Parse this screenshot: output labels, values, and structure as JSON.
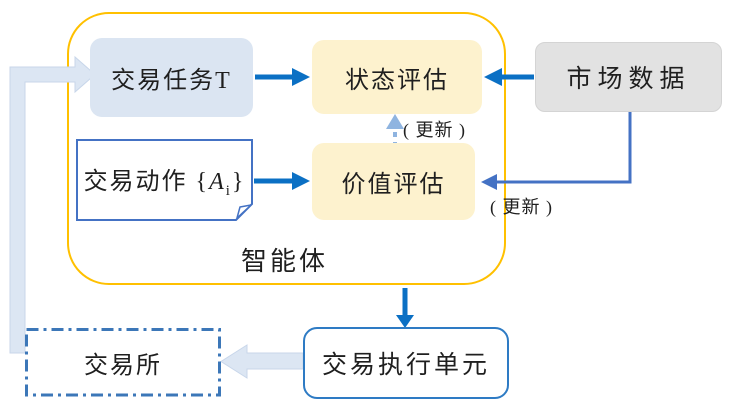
{
  "agent": {
    "label": "智能体"
  },
  "nodes": {
    "task": {
      "label": "交易任务T"
    },
    "state_eval": {
      "label": "状态评估"
    },
    "action": {
      "prefix": "交易动作 {",
      "variable": "A",
      "subscript": "i",
      "suffix": "}"
    },
    "value_eval": {
      "label": "价值评估"
    },
    "market_data": {
      "label": "市场数据"
    },
    "execution_unit": {
      "label": "交易执行单元"
    },
    "exchange": {
      "label": "交易所"
    }
  },
  "annotations": {
    "state_update": "( 更新 )",
    "value_update": "( 更新 )"
  },
  "colors": {
    "container_border": "#FFC000",
    "arrow_blue": "#0B70C4",
    "elbow_blue": "#4472C4",
    "dashed_arrow_blue": "#8FB4E0",
    "band_fill": "#DCE6F3",
    "band_edge": "#C8D6EA",
    "task_fill": "#DBE5F2",
    "eval_fill": "#FDF2CE",
    "market_fill": "#E2E2E2",
    "market_edge": "#D4D4D4",
    "exec_border": "#2E7BC4",
    "exchange_border": "#3C77B8",
    "action_border": "#4472C4",
    "text": "#1F1F1F"
  }
}
